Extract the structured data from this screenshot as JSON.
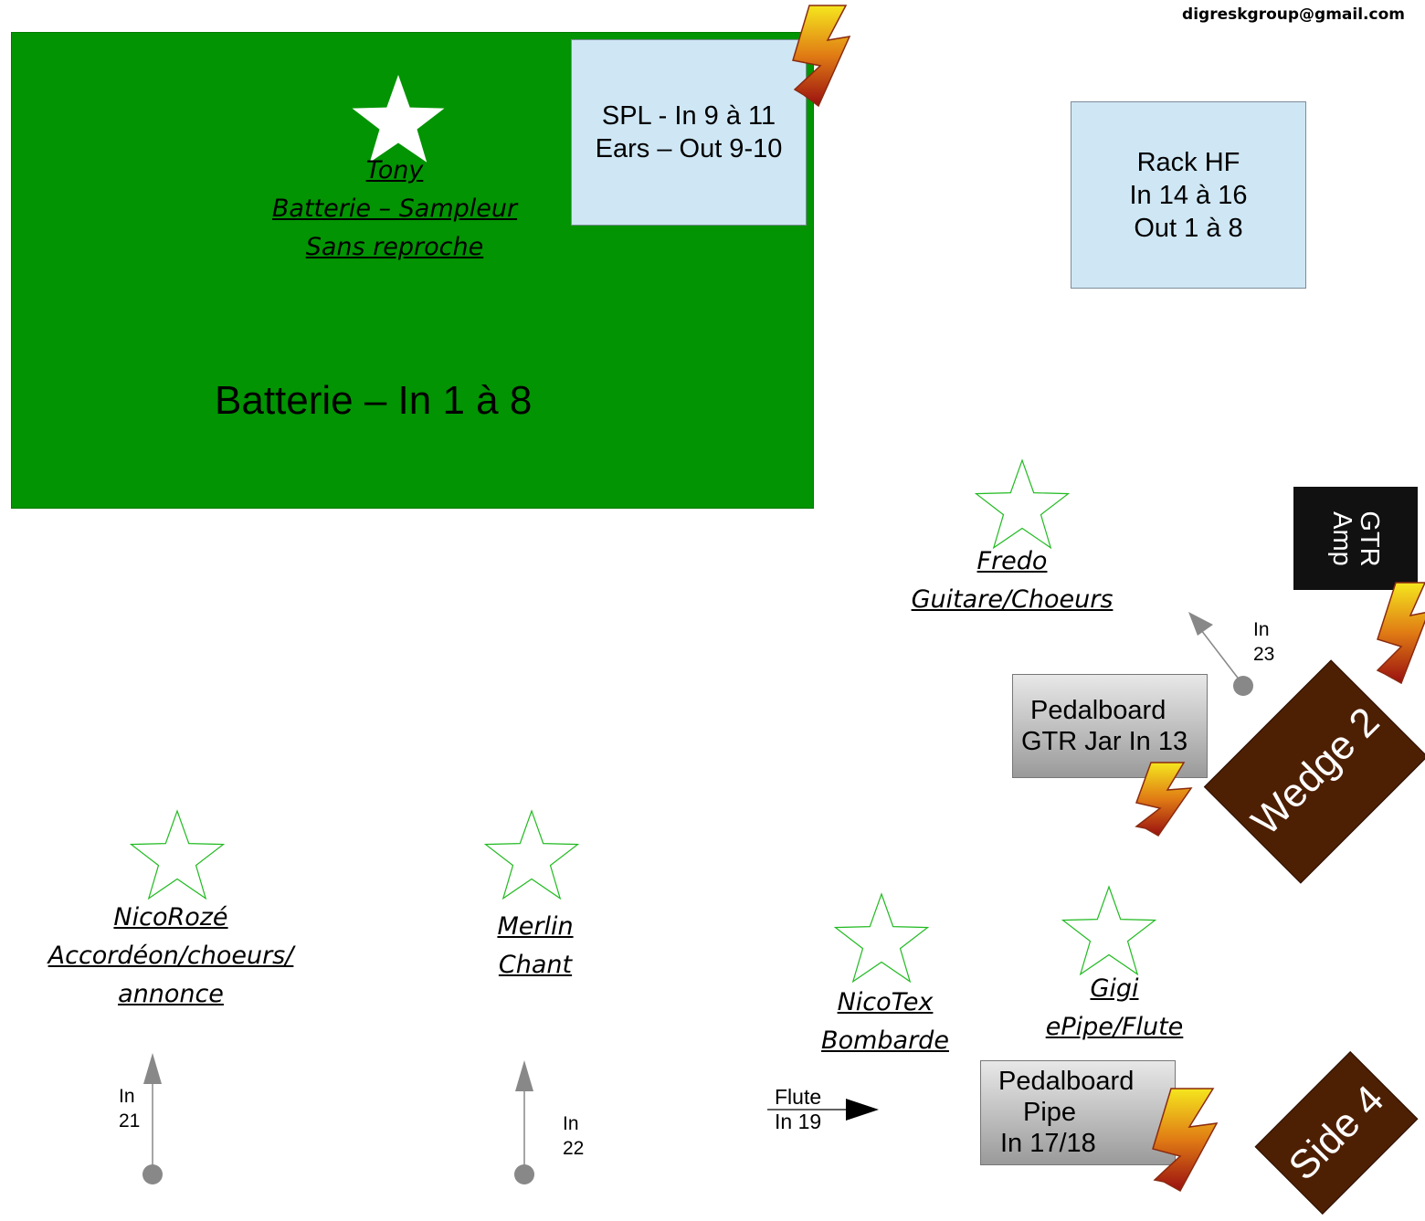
{
  "contact": {
    "email": "digreskgroup@gmail.com"
  },
  "drum_riser": {
    "label": "Batterie – In 1 à 8",
    "color": "#029402"
  },
  "spl_box": {
    "line1": "SPL - In 9 à 11",
    "line2": "Ears – Out 9-10"
  },
  "rack_hf": {
    "line1": "Rack HF",
    "line2": "In 14 à 16",
    "line3": "Out 1 à 8"
  },
  "gtr_amp": {
    "line1": "GTR",
    "line2": "Amp"
  },
  "pedalboard_gtr": {
    "line1": "Pedalboard",
    "line2": "GTR Jar In 13"
  },
  "pedalboard_pipe": {
    "line1": "Pedalboard",
    "line2": "Pipe",
    "line3": "In 17/18"
  },
  "wedge2": {
    "label": "Wedge 2",
    "color": "#4d1f03"
  },
  "side4": {
    "label": "Side 4",
    "color": "#4d1f03"
  },
  "musicians": {
    "tony": {
      "line1": "Tony",
      "line2": "Batterie – Sampleur",
      "line3": "Sans reproche"
    },
    "fredo": {
      "line1": "Fredo",
      "line2": "Guitare/Choeurs"
    },
    "nicoroze": {
      "line1": "NicoRozé",
      "line2": "Accordéon/choeurs/",
      "line3": "annonce"
    },
    "merlin": {
      "line1": "Merlin",
      "line2": "Chant"
    },
    "nicotex": {
      "line1": "NicoTex",
      "line2": "Bombarde"
    },
    "gigi": {
      "line1": "Gigi",
      "line2": "ePipe/Flute"
    }
  },
  "inputs": {
    "in23": {
      "line1": "In",
      "line2": "23"
    },
    "in21": {
      "line1": "In",
      "line2": "21"
    },
    "in22": {
      "line1": "In",
      "line2": "22"
    },
    "flute": {
      "line1": "Flute",
      "line2": "In 19"
    }
  },
  "colors": {
    "star_outline": "#22bb22",
    "mic_grey": "#888888",
    "box_blue": "#cfe7f5"
  },
  "icons": {
    "power": "lightning-bolt-icon",
    "musician": "star-icon",
    "mic": "mic-stand-icon"
  }
}
